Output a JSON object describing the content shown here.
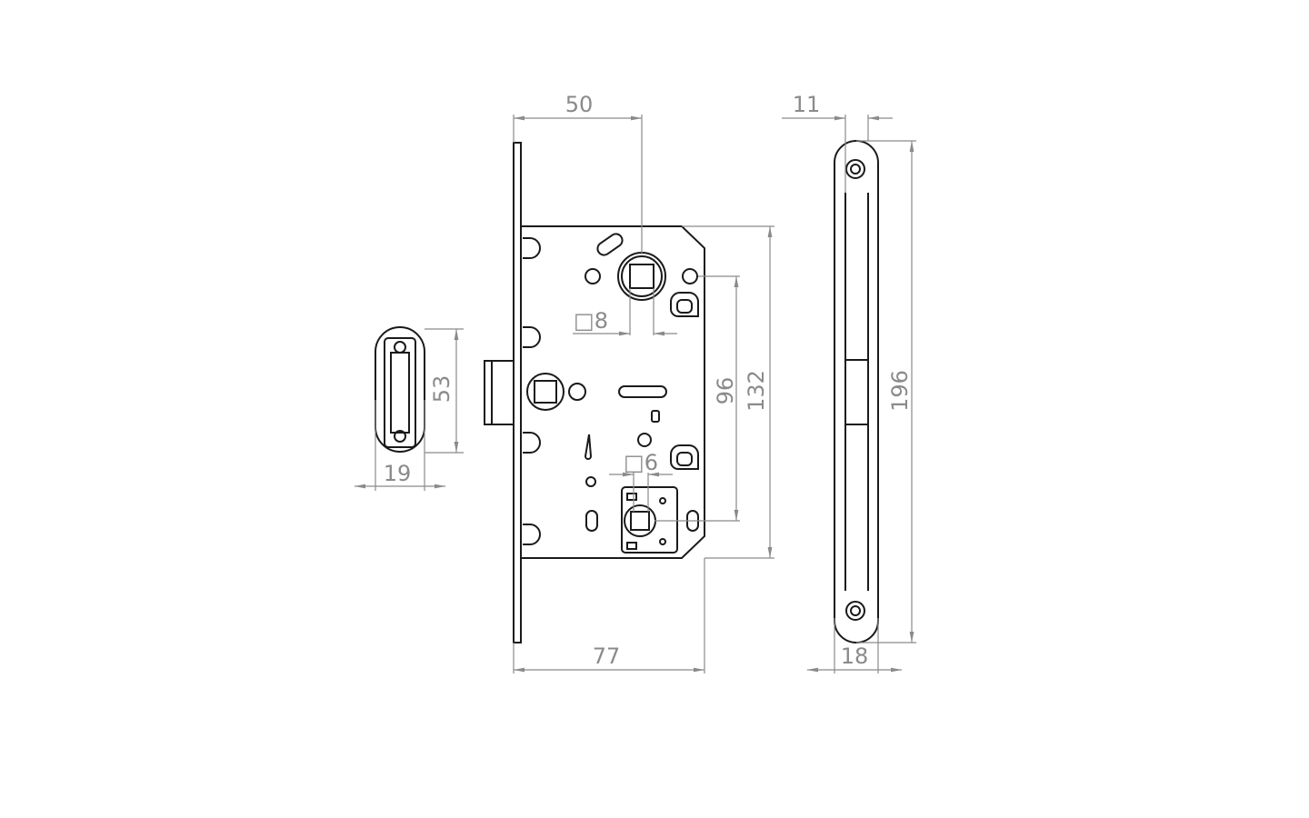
{
  "drawing": {
    "title": "Mortice lock technical drawing",
    "dimensions": {
      "backset": "50",
      "faceplate_offset": "11",
      "spindle_square": "□8",
      "thumbturn_square": "□6",
      "center_distance": "96",
      "body_height": "132",
      "body_width": "77",
      "faceplate_height": "196",
      "faceplate_width": "18",
      "strike_height": "53",
      "strike_width": "19"
    },
    "colors": {
      "outline": "#1a1a1a",
      "dimension": "#8a8a8a"
    }
  }
}
